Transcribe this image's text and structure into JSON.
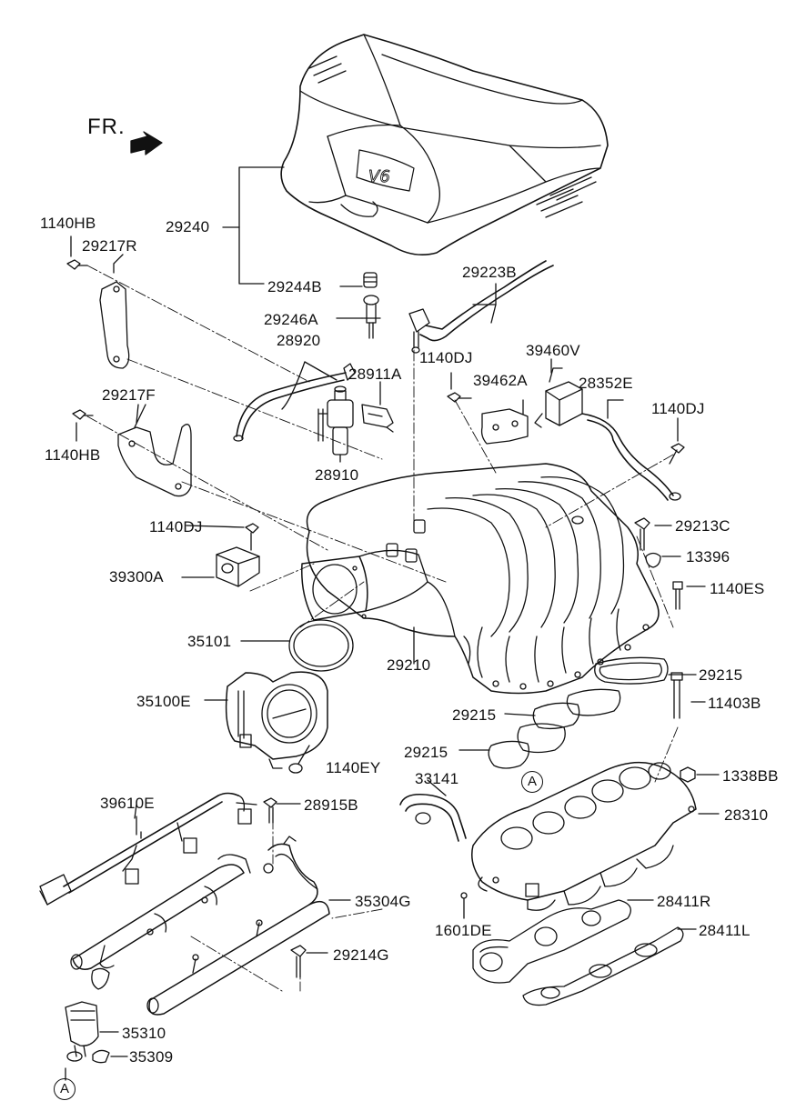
{
  "direction_label": "FR.",
  "view_marker": "A",
  "labels": {
    "p29240": "29240",
    "p29244B": "29244B",
    "p1140HB_top": "1140HB",
    "p29217R": "29217R",
    "p29223B": "29223B",
    "p29246A": "29246A",
    "p28920": "28920",
    "p28911A": "28911A",
    "p1140DJ_mid": "1140DJ",
    "p39460V": "39460V",
    "p39462A": "39462A",
    "p28352E": "28352E",
    "p1140DJ_right": "1140DJ",
    "p29217F": "29217F",
    "p1140HB_bottom": "1140HB",
    "p28910": "28910",
    "p1140DJ_left": "1140DJ",
    "p29213C": "29213C",
    "p13396": "13396",
    "p39300A": "39300A",
    "p1140ES": "1140ES",
    "p35101": "35101",
    "p29210": "29210",
    "p29215_a": "29215",
    "p35100E": "35100E",
    "p29215_b": "29215",
    "p11403B": "11403B",
    "p29215_c": "29215",
    "p1140EY": "1140EY",
    "p33141": "33141",
    "p1338BB": "1338BB",
    "p39610E": "39610E",
    "p28915B": "28915B",
    "p28310": "28310",
    "p35304G": "35304G",
    "p28411R": "28411R",
    "p1601DE": "1601DE",
    "p28411L": "28411L",
    "p29214G": "29214G",
    "p35310": "35310",
    "p35309": "35309"
  },
  "engine_badge": "V6"
}
